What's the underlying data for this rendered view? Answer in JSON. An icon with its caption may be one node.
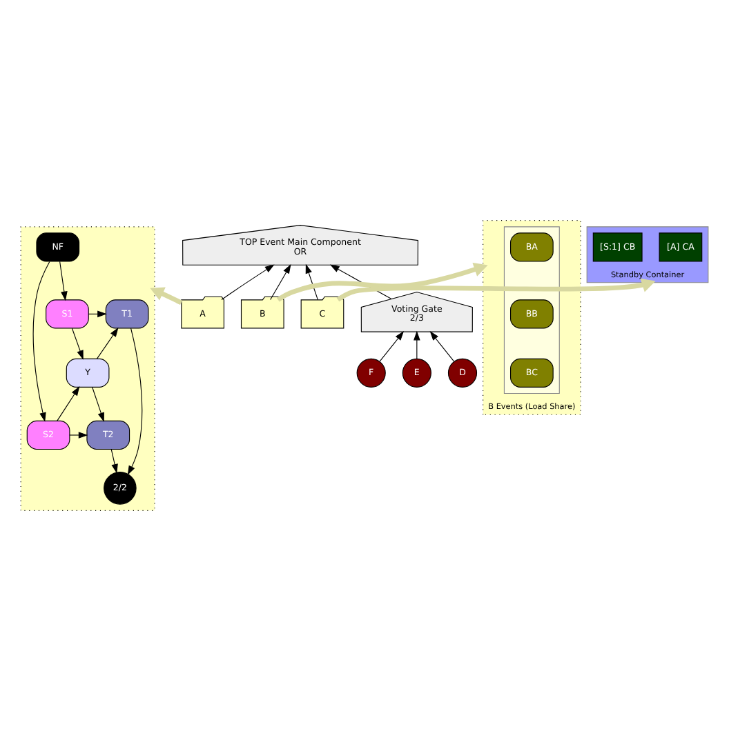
{
  "diagram": {
    "nodes": [
      {
        "text": [],
        "shape": "box"
      },
      {
        "text": [
          "NF"
        ],
        "in": 0
      },
      {
        "text": [
          "S1"
        ],
        "in": 0
      },
      {
        "text": [
          "S2"
        ],
        "in": 0
      },
      {
        "text": [
          "Y"
        ],
        "in": 0
      },
      {
        "text": [
          "T1"
        ],
        "in": 0
      },
      {
        "text": [
          "T2"
        ],
        "in": 0
      },
      {
        "text": [
          "2/2"
        ],
        "in": 0
      },
      {
        "text": [
          "TOP Event Main Component",
          "OR"
        ]
      },
      {
        "text": [
          "A"
        ]
      },
      {
        "text": [
          "B"
        ]
      },
      {
        "text": [
          "C"
        ]
      },
      {
        "text": [
          "Voting Gate",
          "2/3"
        ]
      },
      {
        "text": [
          "F"
        ]
      },
      {
        "text": [
          "E"
        ]
      },
      {
        "text": [
          "D"
        ]
      },
      {
        "text": [
          "Standby Container"
        ]
      },
      {
        "text": [
          "[A] CA"
        ],
        "in": 16
      },
      {
        "text": [
          "[S:1] CB"
        ],
        "in": 16
      },
      {
        "text": [
          "B Events (Load Share)"
        ]
      },
      {
        "text": [],
        "shape": "box",
        "in": 19
      },
      {
        "text": [
          "BA"
        ],
        "in": 20
      },
      {
        "text": [
          "BB"
        ],
        "in": 20
      },
      {
        "text": [
          "BC"
        ],
        "in": 20
      }
    ],
    "edges": [
      {
        "from": 1,
        "to": 2,
        "arrow": "to"
      },
      {
        "from": 1,
        "to": 3,
        "arrow": "to"
      },
      {
        "from": 2,
        "to": 4,
        "arrow": "to"
      },
      {
        "from": 3,
        "to": 4,
        "arrow": "to"
      },
      {
        "from": 2,
        "to": 5,
        "arrow": "to"
      },
      {
        "from": 3,
        "to": 6,
        "arrow": "to"
      },
      {
        "from": 4,
        "to": 5,
        "arrow": "to"
      },
      {
        "from": 4,
        "to": 6,
        "arrow": "to"
      },
      {
        "from": 5,
        "to": 7,
        "arrow": "to"
      },
      {
        "from": 6,
        "to": 7,
        "arrow": "to"
      },
      {
        "from": 9,
        "to": 8,
        "arrow": "to"
      },
      {
        "from": 10,
        "to": 8,
        "arrow": "to"
      },
      {
        "from": 11,
        "to": 8,
        "arrow": "to"
      },
      {
        "from": 12,
        "to": 8,
        "arrow": "to"
      },
      {
        "from": 13,
        "to": 12,
        "arrow": "to"
      },
      {
        "from": 14,
        "to": 12,
        "arrow": "to"
      },
      {
        "from": 15,
        "to": 12,
        "arrow": "to"
      },
      {
        "from": 9,
        "to": 0,
        "arrow": "to",
        "style": "thick",
        "color": "#d8d8a0"
      },
      {
        "from": 11,
        "to": 16,
        "arrow": "to",
        "style": "thick",
        "color": "#d8d8a0"
      },
      {
        "from": 10,
        "to": 19,
        "arrow": "to",
        "style": "thick",
        "color": "#d8d8a0"
      }
    ]
  }
}
